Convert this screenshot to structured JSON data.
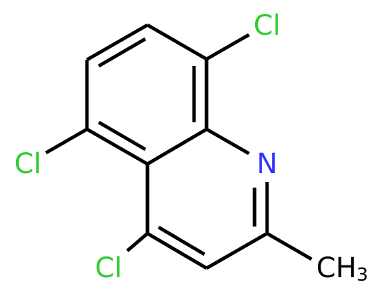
{
  "colors": {
    "bond": "#000000",
    "chlorine": "#33cc33",
    "nitrogen": "#3333ff",
    "carbon_label": "#000000",
    "background": "#ffffff"
  },
  "atoms": {
    "cl_top": "Cl",
    "cl_left": "Cl",
    "cl_bottom": "Cl",
    "nitrogen": "N",
    "methyl": "CH",
    "methyl_sub": "3"
  }
}
